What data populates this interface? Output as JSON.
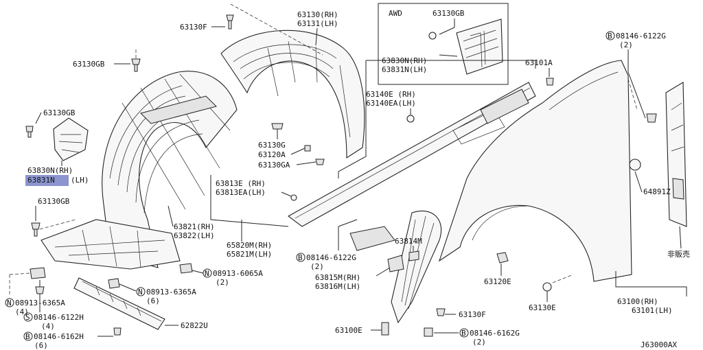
{
  "diagram": {
    "code": "J63000AX",
    "awd_label": "AWD",
    "callouts": {
      "p63130F_top": "63130F",
      "p63130_rh": "63130(RH)",
      "p63131_lh": "63131(LH)",
      "p63130GB_awd": "63130GB",
      "p63830N_awd": "63830N(RH)",
      "p63831N_awd": "63831N(LH)",
      "p08146_6122G_top": "08146-6122G",
      "qty_2_top": "(2)",
      "p63130GB_upper": "63130GB",
      "p63130GB_left": "63130GB",
      "p63830N_left": "63830N(RH)",
      "p63831N_left": "63831N",
      "lh_suffix": "(LH)",
      "p63130G": "63130G",
      "p63120A": "63120A",
      "p63130GA": "63130GA",
      "p63101A": "63101A",
      "p63140E": "63140E (RH)",
      "p63140EA": "63140EA(LH)",
      "p63813E": "63813E (RH)",
      "p63813EA": "63813EA(LH)",
      "p64891Z": "64891Z",
      "p63130GB_mid": "63130GB",
      "p63821": "63821(RH)",
      "p63822": "63822(LH)",
      "p65820M": "65820M(RH)",
      "p65821M": "65821M(LH)",
      "p63814M": "63814M",
      "not_for_sale": "非販売",
      "p08913_6065A": "08913-6065A",
      "qty_2_6065A": "(2)",
      "p08146_6122G_mid": "08146-6122G",
      "qty_2_mid": "(2)",
      "p63815M": "63815M(RH)",
      "p63816M": "63816M(LH)",
      "p63120E": "63120E",
      "p08913_6365A_left": "08913-6365A",
      "qty_4_6365A": "(4)",
      "p08913_6365A_right": "08913-6365A",
      "qty_6_6365A": "(6)",
      "p08146_6122H": "08146-6122H",
      "qty_4_6122H": "(4)",
      "p63130E": "63130E",
      "p63100": "63100(RH)",
      "p63101": "63101(LH)",
      "p63130F_bottom": "63130F",
      "p62822U": "62822U",
      "p08146_6162H": "08146-6162H",
      "qty_6_6162H": "(6)",
      "p63100E": "63100E",
      "p08146_6162G": "08146-6162G",
      "qty_2_6162G": "(2)"
    },
    "prefix_letters": {
      "b": "B",
      "n": "N",
      "s": "S"
    },
    "highlight_color": "#8c95ce"
  }
}
